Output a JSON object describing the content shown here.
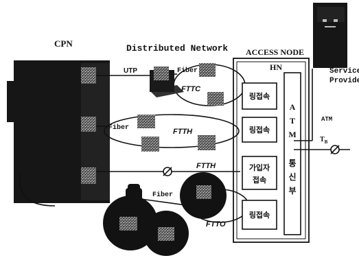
{
  "labels": {
    "cpn": "CPN",
    "distributed_network": "Distributed Network",
    "access_node": "ACCESS NODE",
    "hn": "HN",
    "service_provider_line1": "Service",
    "service_provider_line2": "Provider",
    "utp": "UTP",
    "fiber_top": "Fiber",
    "fiber_mid": "Fiber",
    "fiber_bottom": "Fiber",
    "fttc": "FTTC",
    "ftth_mid": "FTTH",
    "ftth_low": "FTTH",
    "ftto": "FTTO",
    "atm_link": "ATM",
    "tb_main": "T",
    "tb_sub": "B",
    "atm_vertical": [
      "A",
      "T",
      "M"
    ],
    "comm_vertical": [
      "통",
      "신",
      "부"
    ],
    "ring_access_1": "링접속",
    "ring_access_2": "링접속",
    "subscriber_line1": "가입자",
    "subscriber_line2": "접속",
    "ring_access_3": "링접속"
  }
}
